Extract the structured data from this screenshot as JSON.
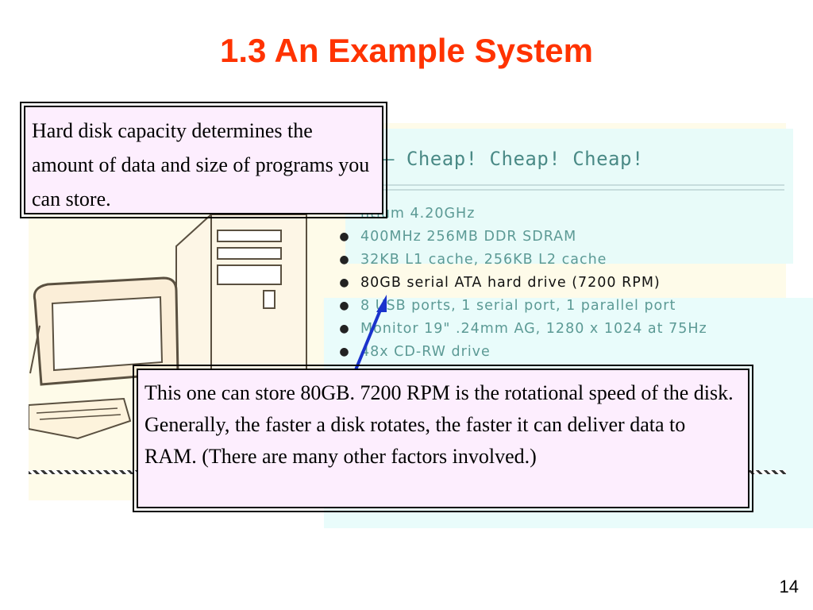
{
  "slide": {
    "title": "1.3 An Example System",
    "page_number": "14"
  },
  "ad": {
    "heading": "– Cheap!  Cheap!  Cheap!",
    "specs": [
      "ntium 4.20GHz",
      "400MHz 256MB DDR SDRAM",
      "32KB L1 cache, 256KB L2 cache",
      "80GB serial ATA hard drive (7200 RPM)",
      "8 USB ports, 1 serial port, 1 parallel port",
      "Monitor 19\" .24mm AG, 1280 x 1024 at 75Hz",
      "48x CD-RW drive"
    ]
  },
  "callouts": {
    "top": "Hard disk capacity determines the amount of data and size of programs you can store.",
    "bottom": "This one can store 80GB.  7200 RPM is the rotational speed of the disk.  Generally, the faster a disk rotates, the faster it can deliver data to RAM.  (There are many other factors involved.)"
  },
  "colors": {
    "title": "#ff3300",
    "callout_bg": "#fdeefe",
    "arrow": "#1a33cc"
  }
}
